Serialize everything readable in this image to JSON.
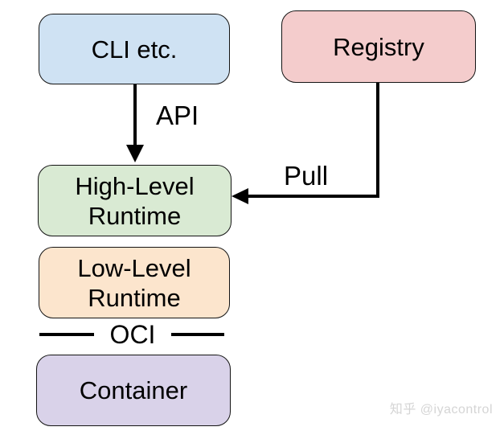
{
  "nodes": [
    {
      "id": "cli",
      "label": "CLI etc.",
      "fill": "#cfe2f3"
    },
    {
      "id": "registry",
      "label": "Registry",
      "fill": "#f4cccc"
    },
    {
      "id": "high-level-runtime",
      "line1": "High-Level",
      "line2": "Runtime",
      "fill": "#d9ead3"
    },
    {
      "id": "low-level-runtime",
      "line1": "Low-Level",
      "line2": "Runtime",
      "fill": "#fce5cd"
    },
    {
      "id": "container",
      "label": "Container",
      "fill": "#d9d2e9"
    }
  ],
  "edges": [
    {
      "from": "CLI etc.",
      "to": "High-Level Runtime",
      "label": "API",
      "direction": "down"
    },
    {
      "from": "Registry",
      "to": "High-Level Runtime",
      "label": "Pull",
      "direction": "left"
    }
  ],
  "divider": {
    "label": "OCI"
  },
  "watermark": {
    "text": "知乎 @iyacontrol",
    "color": "#d5d5d5"
  },
  "colors": {
    "background": "#ffffff",
    "line": "#000000",
    "border": "#141414"
  }
}
